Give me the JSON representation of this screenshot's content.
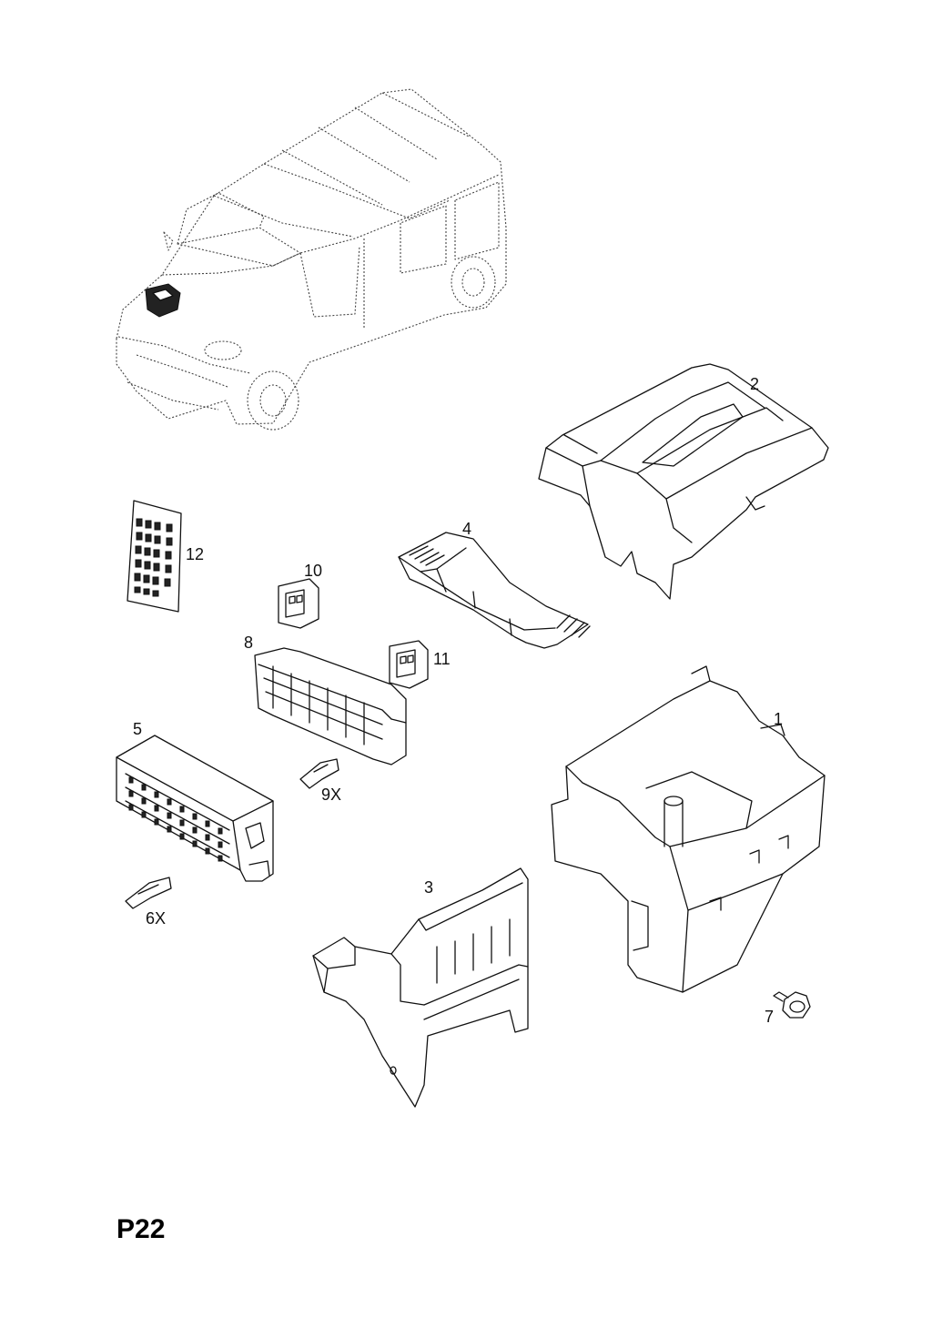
{
  "page_code": "P22",
  "callouts": {
    "c1": "1",
    "c2": "2",
    "c3": "3",
    "c4": "4",
    "c5": "5",
    "c6x": "6X",
    "c7": "7",
    "c8": "8",
    "c9x": "9X",
    "c10": "10",
    "c11": "11",
    "c12": "12"
  }
}
